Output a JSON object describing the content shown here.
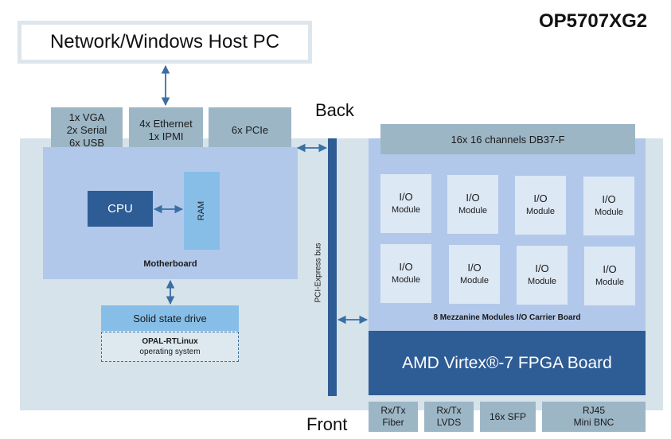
{
  "title": "OP5707XG2",
  "host_pc": "Network/Windows Host PC",
  "back_label": "Back",
  "front_label": "Front",
  "back_ports": [
    {
      "lines": [
        "1x VGA",
        "2x Serial",
        "6x USB"
      ]
    },
    {
      "lines": [
        "4x Ethernet",
        "1x IPMI"
      ]
    },
    {
      "lines": [
        "6x PCIe"
      ]
    }
  ],
  "motherboard": {
    "label": "Motherboard",
    "cpu": "CPU",
    "ram": "RAM"
  },
  "storage": {
    "ssd": "Solid state drive",
    "os_name": "OPAL-RTLinux",
    "os_desc": "operating system"
  },
  "bus_label": "PCI-Express bus",
  "carrier": {
    "header": "16x 16 channels DB37-F",
    "label": "8 Mezzanine Modules I/O Carrier Board",
    "modules": [
      {
        "line1": "I/O",
        "line2": "Module"
      },
      {
        "line1": "I/O",
        "line2": "Module"
      },
      {
        "line1": "I/O",
        "line2": "Module"
      },
      {
        "line1": "I/O",
        "line2": "Module"
      },
      {
        "line1": "I/O",
        "line2": "Module"
      },
      {
        "line1": "I/O",
        "line2": "Module"
      },
      {
        "line1": "I/O",
        "line2": "Module"
      },
      {
        "line1": "I/O",
        "line2": "Module"
      }
    ]
  },
  "fpga": "AMD Virtex®-7 FPGA Board",
  "front_ports": [
    {
      "lines": [
        "Rx/Tx",
        "Fiber"
      ]
    },
    {
      "lines": [
        "Rx/Tx",
        "LVDS"
      ]
    },
    {
      "lines": [
        "16x SFP"
      ]
    },
    {
      "lines": [
        "RJ45",
        "Mini BNC"
      ]
    }
  ],
  "colors": {
    "dark_blue": "#2e5c95",
    "light_blue": "#86bee8",
    "board_blue": "#b1c8ea",
    "port_gray": "#9cb6c6",
    "chassis": "#d6e3ea"
  }
}
